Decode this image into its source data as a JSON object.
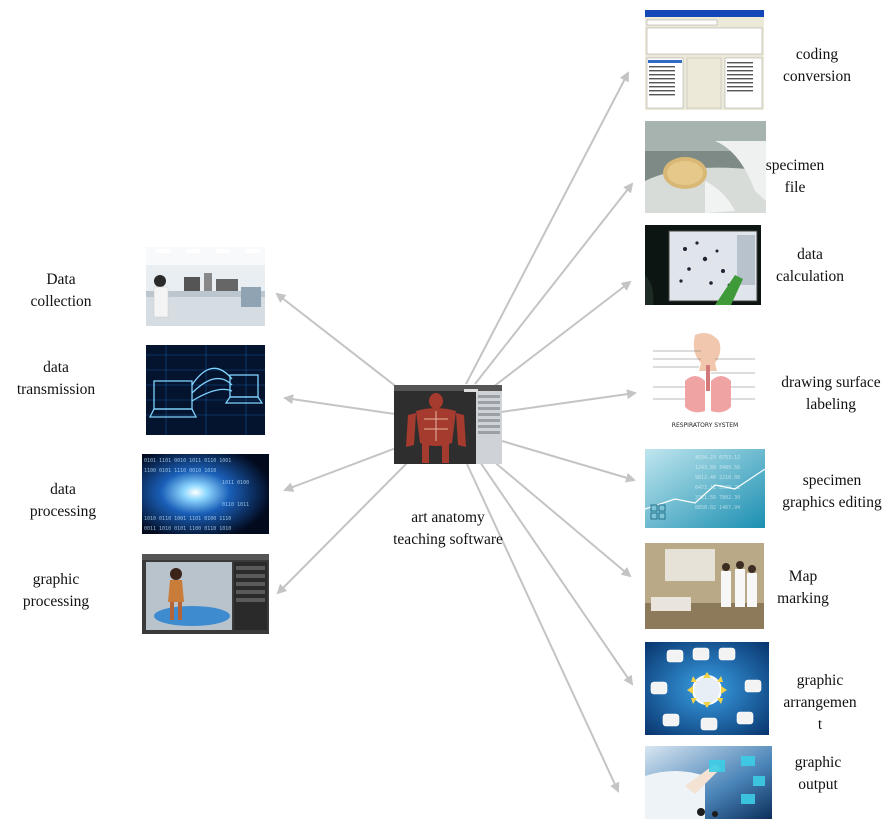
{
  "center": {
    "label_line1": "art anatomy",
    "label_line2": "teaching software",
    "image_icon": "anatomy-software-screenshot"
  },
  "left_nodes": [
    {
      "id": "data-collection",
      "line1": "Data",
      "line2": "collection",
      "image_icon": "laboratory-photo"
    },
    {
      "id": "data-transmission",
      "line1": "data",
      "line2": "transmission",
      "image_icon": "networked-computers-illustration"
    },
    {
      "id": "data-processing",
      "line1": "data",
      "line2": "processing",
      "image_icon": "binary-tunnel-illustration"
    },
    {
      "id": "graphic-processing",
      "line1": "graphic",
      "line2": "processing",
      "image_icon": "3d-render-software-screenshot"
    }
  ],
  "right_nodes": [
    {
      "id": "coding-conversion",
      "line1": "coding",
      "line2": "conversion",
      "image_icon": "encoding-dialog-screenshot"
    },
    {
      "id": "specimen-file",
      "line1": "specimen",
      "line2": "file",
      "image_icon": "petri-dish-photo"
    },
    {
      "id": "data-calculation",
      "line1": "data",
      "line2": "calculation",
      "image_icon": "microscopy-screen-photo"
    },
    {
      "id": "drawing-surface-labeling",
      "line1": "drawing surface",
      "line2": "labeling",
      "image_icon": "respiratory-system-diagram",
      "image_caption": "RESPIRATORY SYSTEM"
    },
    {
      "id": "specimen-graphics-editing",
      "line1": "specimen",
      "line2": "graphics editing",
      "image_icon": "data-graphics-illustration"
    },
    {
      "id": "map-marking",
      "line1": "Map",
      "line2": "marking",
      "image_icon": "classroom-presentation-photo"
    },
    {
      "id": "graphic-arrangement",
      "line1": "graphic",
      "line2": "arrangemen",
      "line3": "t",
      "image_icon": "radial-photo-arrangement"
    },
    {
      "id": "graphic-output",
      "line1": "graphic",
      "line2": "output",
      "image_icon": "touchscreen-medical-photo"
    }
  ],
  "colors": {
    "arrow": "#c4c4c4",
    "text": "#111111"
  }
}
